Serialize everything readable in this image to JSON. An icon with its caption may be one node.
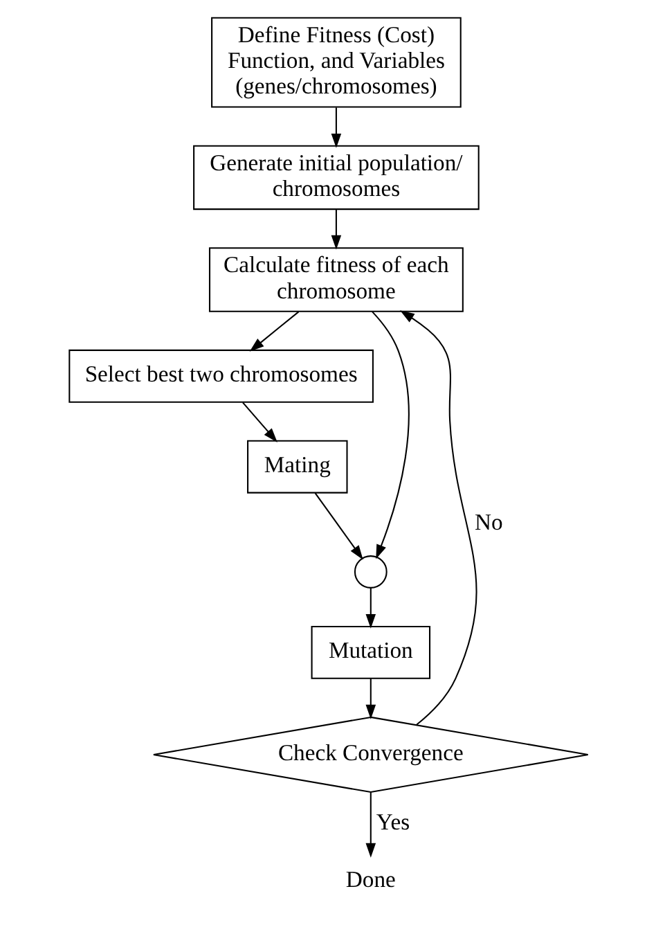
{
  "diagram": {
    "nodes": [
      {
        "text": [
          "Define Fitness (Cost) Function, and Variables (genes/chromosomes)"
        ]
      },
      {
        "text": [
          "Generate initial population/ chromosomes"
        ]
      },
      {
        "text": [
          "Calculate fitness of each chromosome"
        ]
      },
      {
        "text": [
          "Select best two chromosomes"
        ]
      },
      {
        "text": [
          "Mating"
        ]
      },
      {
        "text": [],
        "shape": "circle"
      },
      {
        "text": [
          "Mutation"
        ]
      },
      {
        "text": [
          "Check Convergence"
        ]
      },
      {
        "text": [
          "Done"
        ]
      }
    ],
    "edges": [
      {
        "from": 0,
        "to": 1,
        "arrow": "to"
      },
      {
        "from": 1,
        "to": 2,
        "arrow": "to"
      },
      {
        "from": 2,
        "to": 3,
        "arrow": "to"
      },
      {
        "from": 3,
        "to": 4,
        "arrow": "to"
      },
      {
        "from": 2,
        "to": 5,
        "arrow": "to"
      },
      {
        "from": 4,
        "to": 5,
        "arrow": "to"
      },
      {
        "from": 5,
        "to": 6,
        "arrow": "to"
      },
      {
        "from": 6,
        "to": 7,
        "arrow": "to"
      },
      {
        "from": 7,
        "to": 2,
        "arrow": "to",
        "label": "No"
      },
      {
        "from": 7,
        "to": 8,
        "arrow": "to",
        "label": "Yes"
      }
    ]
  }
}
